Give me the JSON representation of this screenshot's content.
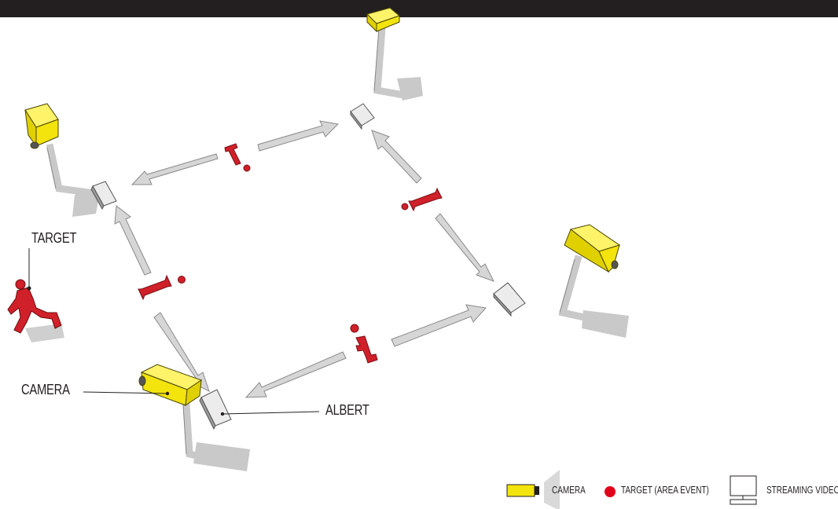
{
  "labels": {
    "target": "TARGET",
    "camera": "CAMERA",
    "albert": "ALBERT"
  },
  "legend": {
    "camera": "CAMERA",
    "target": "TARGET (AREA EVENT)",
    "streaming": "STREAMING VIDEO"
  },
  "colors": {
    "camera": "#f2e40c",
    "target": "#d0202a",
    "arrow": "#d4d4d4",
    "device": "#e6e6e6",
    "shadow": "#c8c8c8",
    "topbar": "#231f20"
  },
  "icons": [
    "camera-icon",
    "target-marker-icon",
    "monitor-icon",
    "person-icon",
    "alert-icon"
  ]
}
